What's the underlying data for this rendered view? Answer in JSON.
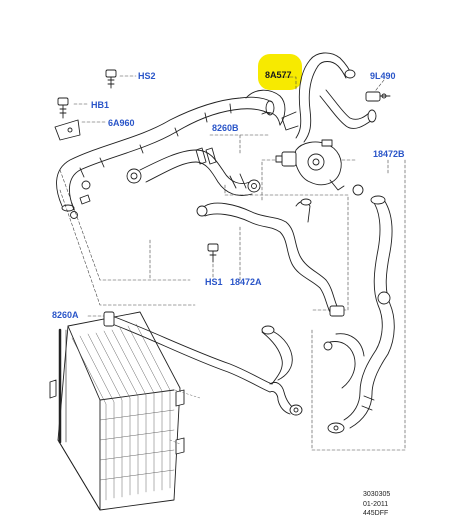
{
  "callouts": {
    "hs2": "HS2",
    "hb1": "HB1",
    "part_6a960": "6A960",
    "part_8260b": "8260B",
    "part_8a577": "8A577",
    "part_9l490": "9L490",
    "part_18472b": "18472B",
    "hs1": "HS1",
    "part_18472a": "18472A",
    "part_8260a": "8260A"
  },
  "highlight_color": "#f7ea00",
  "callout_color": "#2a55c8",
  "footer": {
    "ref": "3030305",
    "date": "01-2011",
    "code": "445DFF"
  }
}
